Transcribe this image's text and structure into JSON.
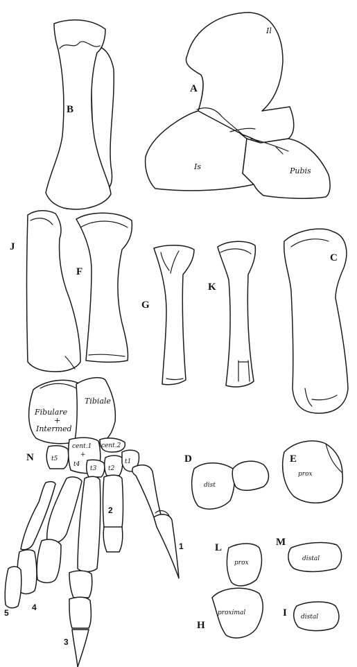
{
  "figure_labels": {
    "A": "A",
    "B": "B",
    "C": "C",
    "D": "D",
    "E": "E",
    "F": "F",
    "G": "G",
    "H": "H",
    "I": "I",
    "J": "J",
    "K": "K",
    "L": "L",
    "M": "M",
    "N": "N"
  },
  "pelvis_labels": {
    "ilium": "Il",
    "ischium": "Is",
    "pubis": "Pubis"
  },
  "tarsus_labels": {
    "fibulare": "Fibulare",
    "plus": "+",
    "intermedium": "Intermed",
    "tibiale": "Tibiale",
    "cent1": "cent.1",
    "cent1_plus": "+",
    "cent2": "cent.2",
    "t1": "t1",
    "t2": "t2",
    "t3": "t3",
    "t4": "t4",
    "t5": "t5"
  },
  "digit_labels": {
    "d1": "1",
    "d2": "2",
    "d3": "3",
    "d4": "4",
    "d5": "5"
  },
  "element_labels": {
    "D": "dist",
    "E": "prox",
    "L": "prox",
    "M": "distal",
    "H": "proximal",
    "I": "distal"
  }
}
